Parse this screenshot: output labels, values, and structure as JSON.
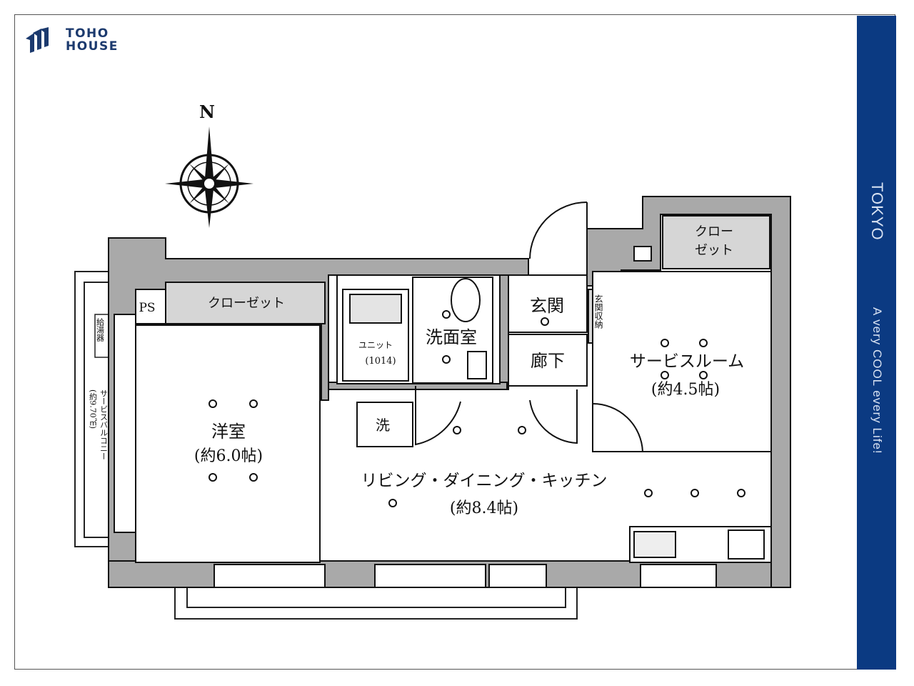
{
  "brand": {
    "line1": "TOHO",
    "line2": "HOUSE"
  },
  "sidebar": {
    "city": "TOKYO",
    "tagline": "A very COOL every Life!",
    "color": "#0b3a82"
  },
  "compass": {
    "north_label": "N"
  },
  "rooms": {
    "western_room": {
      "name": "洋室",
      "size": "(約6.0帖)"
    },
    "closet_main": "クローゼット",
    "ps": "PS",
    "unit_bath": {
      "name": "ユニット",
      "size": "(1014)"
    },
    "washroom": "洗面室",
    "laundry": "洗",
    "entrance": "玄関",
    "entrance_storage": "玄関収納",
    "hallway": "廊下",
    "service_room": {
      "name": "サービスルーム",
      "size": "(約4.5帖)"
    },
    "service_closet": {
      "line1": "クロー",
      "line2": "ゼット"
    },
    "ldk": {
      "name": "リビング・ダイニング・キッチン",
      "size": "(約8.4帖)"
    },
    "water_heater": "給湯器",
    "service_balcony": {
      "name": "サービスバルコニー",
      "size": "(約9.70㎡)"
    }
  }
}
